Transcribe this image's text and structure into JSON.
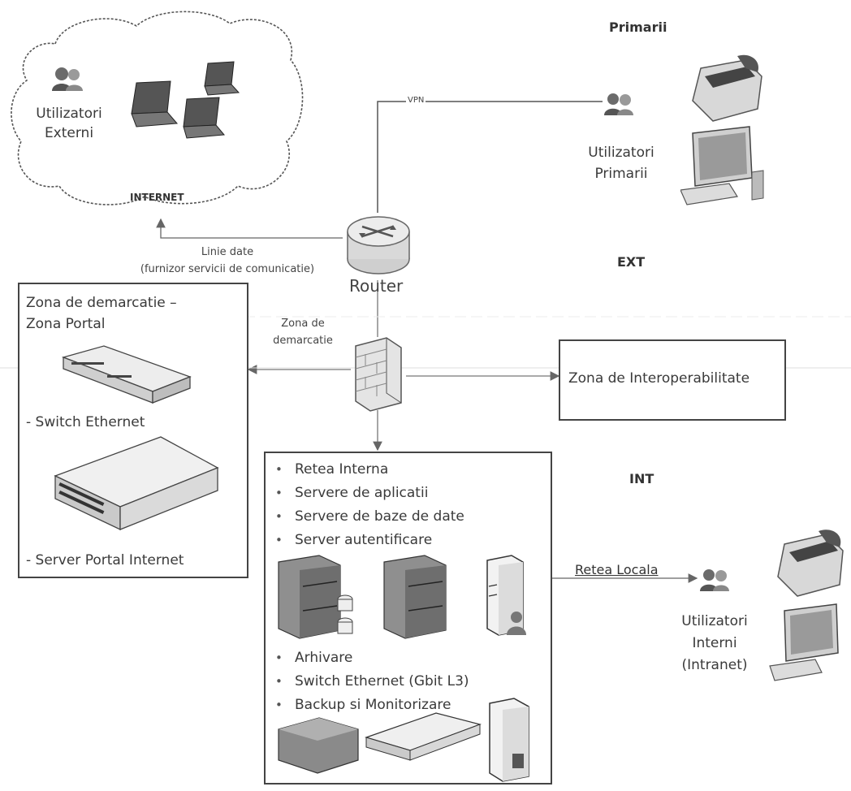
{
  "external": {
    "users_label": "Utilizatori\nExterni",
    "internet_label": "INTERNET"
  },
  "primarii": {
    "title": "Primarii",
    "users_label": "Utilizatori\nPrimarii",
    "vpn_label": "VPN"
  },
  "router": {
    "label": "Router",
    "data_line_label": "Linie date\n(furnizor servicii de comunicatie)"
  },
  "zones": {
    "ext_label": "EXT",
    "int_label": "INT",
    "dmz_label": "Zona de\ndemarcatie"
  },
  "portal_box": {
    "title": "Zona de demarcatie –\nZona Portal",
    "switch_label": "- Switch Ethernet",
    "server_label": "- Server Portal Internet"
  },
  "interop_box": {
    "label": "Zona de Interoperabilitate"
  },
  "internal_box": {
    "items_top": [
      "Retea Interna",
      "Servere de aplicatii",
      "Servere de baze de date",
      "Server autentificare"
    ],
    "items_bottom": [
      "Arhivare",
      "Switch Ethernet (Gbit L3)",
      "Backup si Monitorizare"
    ]
  },
  "local_network": {
    "label": "Retea Locala",
    "users_label": "Utilizatori\nInterni\n(Intranet)"
  }
}
